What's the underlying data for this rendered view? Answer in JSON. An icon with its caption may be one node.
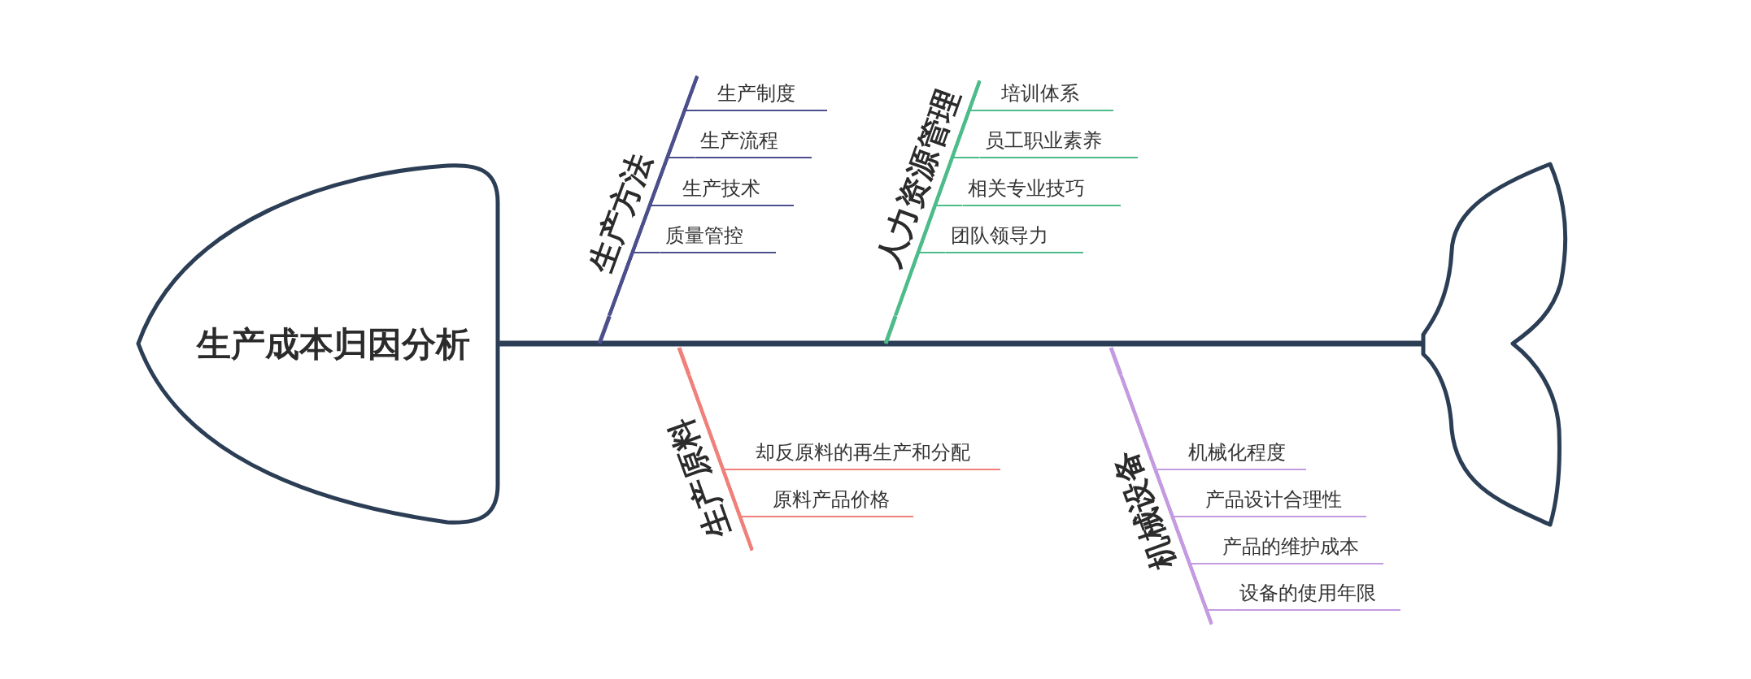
{
  "diagram": {
    "nodes": [
      {
        "text": [
          "生产成本归因分析"
        ]
      },
      {
        "text": [],
        "shape": "tail"
      },
      {
        "text": [
          "生产方法"
        ]
      },
      {
        "text": [
          "生产制度"
        ]
      },
      {
        "text": [
          "生产流程"
        ]
      },
      {
        "text": [
          "生产技术"
        ]
      },
      {
        "text": [
          "质量管控"
        ]
      },
      {
        "text": [
          "人力资源管理"
        ]
      },
      {
        "text": [
          "培训体系"
        ]
      },
      {
        "text": [
          "员工职业素养"
        ]
      },
      {
        "text": [
          "相关专业技巧"
        ]
      },
      {
        "text": [
          "团队领导力"
        ]
      },
      {
        "text": [
          "生产原料"
        ]
      },
      {
        "text": [
          "却反原料的再生产和分配"
        ]
      },
      {
        "text": [
          "原料产品价格"
        ]
      },
      {
        "text": [
          "机械设备"
        ]
      },
      {
        "text": [
          "机械化程度"
        ]
      },
      {
        "text": [
          "产品设计合理性"
        ]
      },
      {
        "text": [
          "产品的维护成本"
        ]
      },
      {
        "text": [
          "设备的使用年限"
        ]
      }
    ],
    "edges": [
      {
        "from": 0,
        "to": 1,
        "arrow": "none",
        "style": "thick",
        "color": "#2c3e55"
      },
      {
        "from": 2,
        "to": null,
        "arrow": "none",
        "color": "#4b4f8c"
      },
      {
        "from": 3,
        "to": 2,
        "arrow": "none",
        "color": "#4b4f8c"
      },
      {
        "from": 4,
        "to": 2,
        "arrow": "none",
        "color": "#4b4f8c"
      },
      {
        "from": 5,
        "to": 2,
        "arrow": "none",
        "color": "#4b4f8c"
      },
      {
        "from": 6,
        "to": 2,
        "arrow": "none",
        "color": "#4b4f8c"
      },
      {
        "from": 7,
        "to": null,
        "arrow": "none",
        "color": "#4dbb8a"
      },
      {
        "from": 8,
        "to": 7,
        "arrow": "none",
        "color": "#4dbb8a"
      },
      {
        "from": 9,
        "to": 7,
        "arrow": "none",
        "color": "#4dbb8a"
      },
      {
        "from": 10,
        "to": 7,
        "arrow": "none",
        "color": "#4dbb8a"
      },
      {
        "from": 11,
        "to": 7,
        "arrow": "none",
        "color": "#4dbb8a"
      },
      {
        "from": 12,
        "to": null,
        "arrow": "none",
        "color": "#f0807a"
      },
      {
        "from": 13,
        "to": 12,
        "arrow": "none",
        "color": "#f0807a"
      },
      {
        "from": 14,
        "to": 12,
        "arrow": "none",
        "color": "#f0807a"
      },
      {
        "from": 15,
        "to": null,
        "arrow": "none",
        "color": "#c49ae0"
      },
      {
        "from": 16,
        "to": 15,
        "arrow": "none",
        "color": "#c49ae0"
      },
      {
        "from": 17,
        "to": 15,
        "arrow": "none",
        "color": "#c49ae0"
      },
      {
        "from": 18,
        "to": 15,
        "arrow": "none",
        "color": "#c49ae0"
      },
      {
        "from": 19,
        "to": 15,
        "arrow": "none",
        "color": "#c49ae0"
      }
    ]
  }
}
